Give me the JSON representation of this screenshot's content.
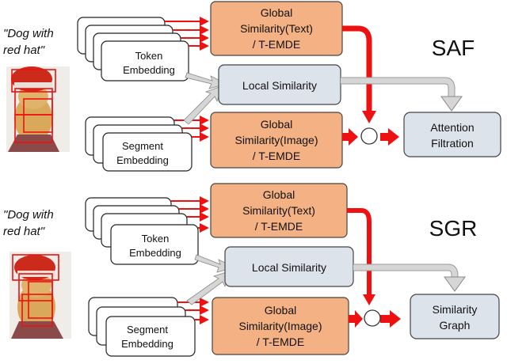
{
  "colors": {
    "global_fill": "#f4b183",
    "local_fill": "#dde3ea",
    "output_fill": "#dde3ea",
    "arrow_red": "#ee1111",
    "arrow_gray": "#cccccc",
    "box_stroke": "#333333"
  },
  "saf": {
    "caption": "\"Dog with red hat\"",
    "method": "SAF",
    "token_label": "Token Embedding",
    "segment_label": "Segment Embedding",
    "global_text": [
      "Global",
      "Similarity(Text)",
      "/ T-EMDE"
    ],
    "local": "Local Similarity",
    "global_image": [
      "Global",
      "Similarity(Image)",
      "/ T-EMDE"
    ],
    "output": [
      "Attention",
      "Filtration"
    ]
  },
  "sgr": {
    "caption": "\"Dog with red hat\"",
    "method": "SGR",
    "token_label": "Token Embedding",
    "segment_label": "Segment Embedding",
    "global_text": [
      "Global",
      "Similarity(Text)",
      "/ T-EMDE"
    ],
    "local": "Local Similarity",
    "global_image": [
      "Global",
      "Similarity(Image)",
      "/ T-EMDE"
    ],
    "output": [
      "Similarity",
      "Graph"
    ]
  }
}
